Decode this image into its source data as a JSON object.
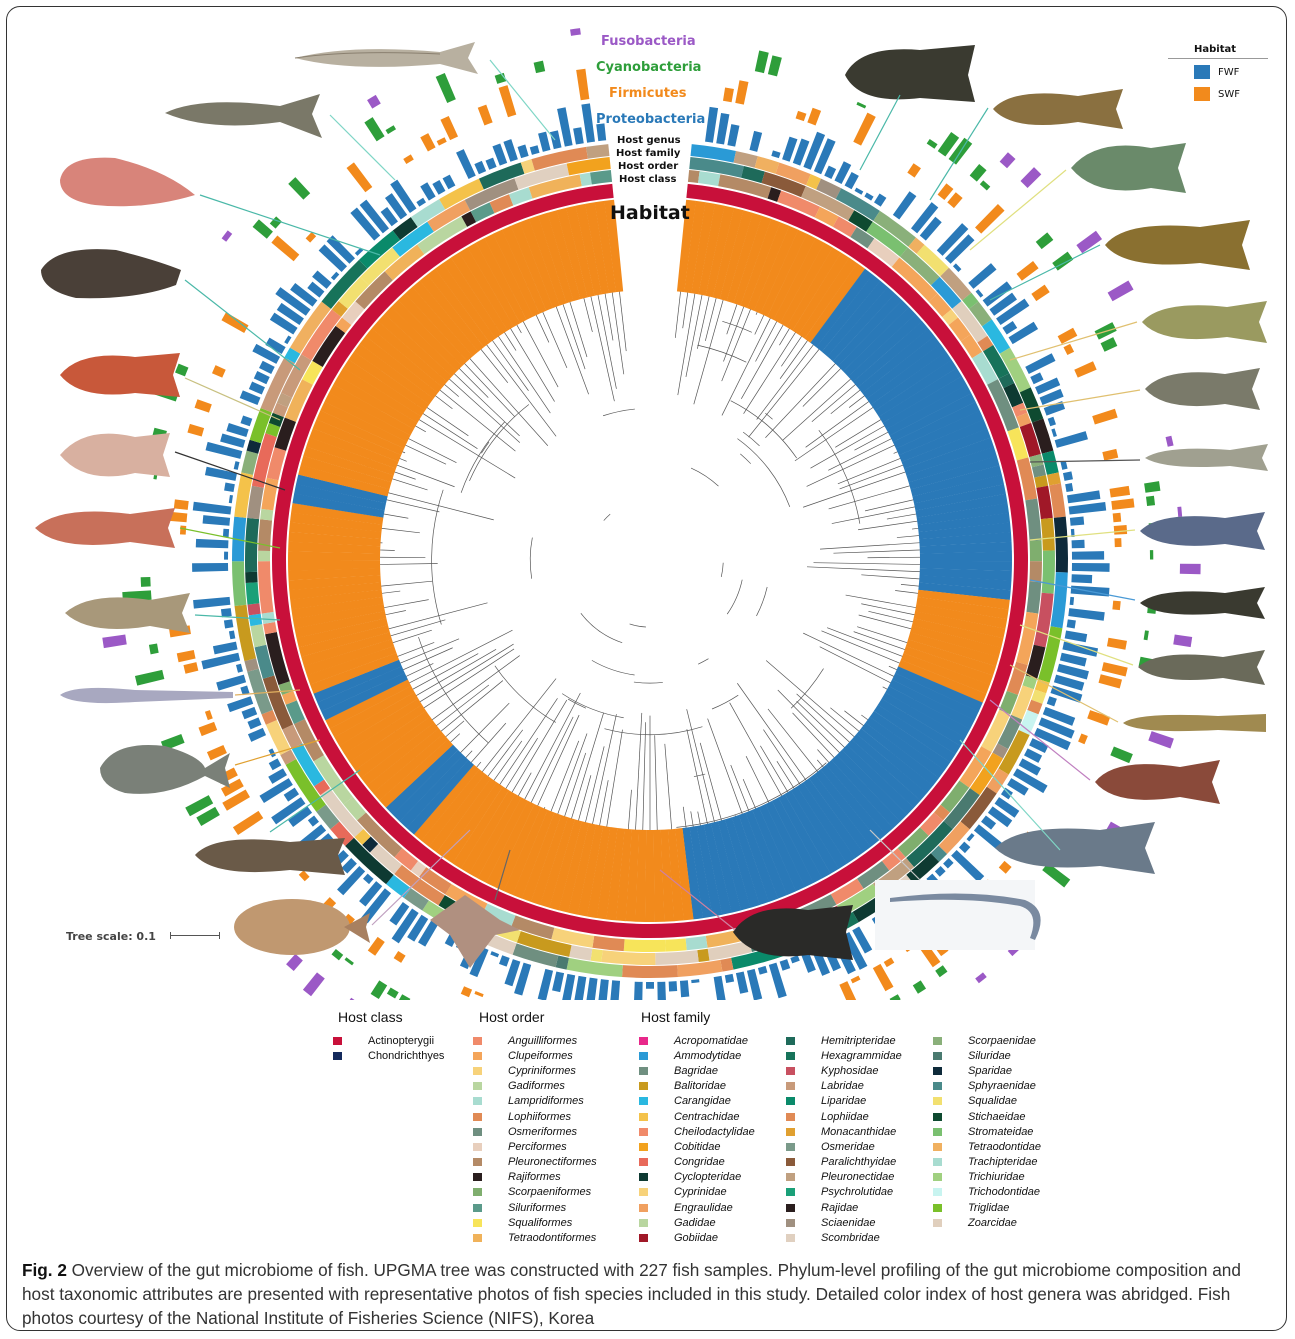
{
  "figure": {
    "phylum_labels": [
      {
        "text": "Fusobacteria",
        "color": "#9b59c6"
      },
      {
        "text": "Cyanobacteria",
        "color": "#2e9e3a"
      },
      {
        "text": "Firmicutes",
        "color": "#f28a1c"
      },
      {
        "text": "Proteobacteria",
        "color": "#2a79b8"
      }
    ],
    "ring_labels": [
      "Host genus",
      "Host family",
      "Host order",
      "Host class"
    ],
    "habitat_label": "Habitat",
    "habitat_legend": {
      "title": "Habitat",
      "items": [
        {
          "label": "FWF",
          "color": "#2a79b8"
        },
        {
          "label": "SWF",
          "color": "#f28a1c"
        }
      ]
    },
    "tree_scale": "Tree scale: 0.1",
    "colors": {
      "fwf": "#2a79b8",
      "swf": "#f28a1c",
      "actinopterygii": "#c8103a",
      "proteobacteria": "#2a79b8",
      "firmicutes": "#f28a1c",
      "cyanobacteria": "#2e9e3a",
      "fusobacteria": "#9b59c6"
    }
  },
  "legend": {
    "host_class": {
      "title": "Host class",
      "items": [
        {
          "label": "Actinopterygii",
          "color": "#c8103a"
        },
        {
          "label": "Chondrichthyes",
          "color": "#142a5c"
        }
      ]
    },
    "host_order": {
      "title": "Host order",
      "items": [
        {
          "label": "Anguilliformes",
          "color": "#f08a6a"
        },
        {
          "label": "Clupeiformes",
          "color": "#f4a55a"
        },
        {
          "label": "Cypriniformes",
          "color": "#f7d27a"
        },
        {
          "label": "Gadiformes",
          "color": "#b9d6a0"
        },
        {
          "label": "Lampridiformes",
          "color": "#a8dcd0"
        },
        {
          "label": "Lophiiformes",
          "color": "#e08a55"
        },
        {
          "label": "Osmeriformes",
          "color": "#6f8f80"
        },
        {
          "label": "Perciformes",
          "color": "#e8cfbd"
        },
        {
          "label": "Pleuronectiformes",
          "color": "#b48a66"
        },
        {
          "label": "Rajiformes",
          "color": "#2a1e1e"
        },
        {
          "label": "Scorpaeniformes",
          "color": "#7fae6e"
        },
        {
          "label": "Siluriformes",
          "color": "#5a9a8a"
        },
        {
          "label": "Squaliformes",
          "color": "#f7e45a"
        },
        {
          "label": "Tetraodontiformes",
          "color": "#f0b25a"
        }
      ]
    },
    "host_family": {
      "title": "Host family",
      "columns": [
        [
          {
            "label": "Acropomatidae",
            "color": "#e8288a"
          },
          {
            "label": "Ammodytidae",
            "color": "#2a9ad6"
          },
          {
            "label": "Bagridae",
            "color": "#6f8f80"
          },
          {
            "label": "Balitoridae",
            "color": "#c89a1e"
          },
          {
            "label": "Carangidae",
            "color": "#2ab8e0"
          },
          {
            "label": "Centrachidae",
            "color": "#f4c24a"
          },
          {
            "label": "Cheilodactylidae",
            "color": "#f08a6a"
          },
          {
            "label": "Cobitidae",
            "color": "#f2a21e"
          },
          {
            "label": "Congridae",
            "color": "#e86a5a"
          },
          {
            "label": "Cyclopteridae",
            "color": "#0e3a32"
          },
          {
            "label": "Cyprinidae",
            "color": "#f7d27a"
          },
          {
            "label": "Engraulidae",
            "color": "#f0a060"
          },
          {
            "label": "Gadidae",
            "color": "#b9d6a0"
          },
          {
            "label": "Gobiidae",
            "color": "#a01828"
          }
        ],
        [
          {
            "label": "Hemitripteridae",
            "color": "#1e6a5a"
          },
          {
            "label": "Hexagrammidae",
            "color": "#17735a"
          },
          {
            "label": "Kyphosidae",
            "color": "#c85060"
          },
          {
            "label": "Labridae",
            "color": "#c89a7a"
          },
          {
            "label": "Liparidae",
            "color": "#0a8a6a"
          },
          {
            "label": "Lophiidae",
            "color": "#e08a55"
          },
          {
            "label": "Monacanthidae",
            "color": "#e0a030"
          },
          {
            "label": "Osmeridae",
            "color": "#7a9a8a"
          },
          {
            "label": "Paralichthyidae",
            "color": "#8a5a3a"
          },
          {
            "label": "Pleuronectidae",
            "color": "#c0a080"
          },
          {
            "label": "Psychrolutidae",
            "color": "#1aa078"
          },
          {
            "label": "Rajidae",
            "color": "#2a1e1e"
          },
          {
            "label": "Sciaenidae",
            "color": "#a09080"
          },
          {
            "label": "Scombridae",
            "color": "#e0d0c0"
          }
        ],
        [
          {
            "label": "Scorpaenidae",
            "color": "#8ab07a"
          },
          {
            "label": "Siluridae",
            "color": "#4a7a70"
          },
          {
            "label": "Sparidae",
            "color": "#0e2a3a"
          },
          {
            "label": "Sphyraenidae",
            "color": "#4a8a8a"
          },
          {
            "label": "Squalidae",
            "color": "#f2e070"
          },
          {
            "label": "Stichaeidae",
            "color": "#0e4a30"
          },
          {
            "label": "Stromateidae",
            "color": "#7ac070"
          },
          {
            "label": "Tetraodontidae",
            "color": "#f0b060"
          },
          {
            "label": "Trachipteridae",
            "color": "#a8dcd0"
          },
          {
            "label": "Trichiuridae",
            "color": "#a0d080"
          },
          {
            "label": "Trichodontidae",
            "color": "#c8f4f0"
          },
          {
            "label": "Triglidae",
            "color": "#7ac02a"
          },
          {
            "label": "Zoarcidae",
            "color": "#e0cfbd"
          }
        ]
      ]
    }
  },
  "caption": {
    "label": "Fig. 2",
    "text": " Overview of the gut microbiome of fish. UPGMA tree was constructed with 227 fish samples. Phylum-level profiling of the gut microbiome composition and host taxonomic attributes are presented with representative photos of fish species included in this study. Detailed color index of host genera was abridged. Fish photos courtesy of the National Institute of Fisheries Science (NIFS), Korea"
  }
}
